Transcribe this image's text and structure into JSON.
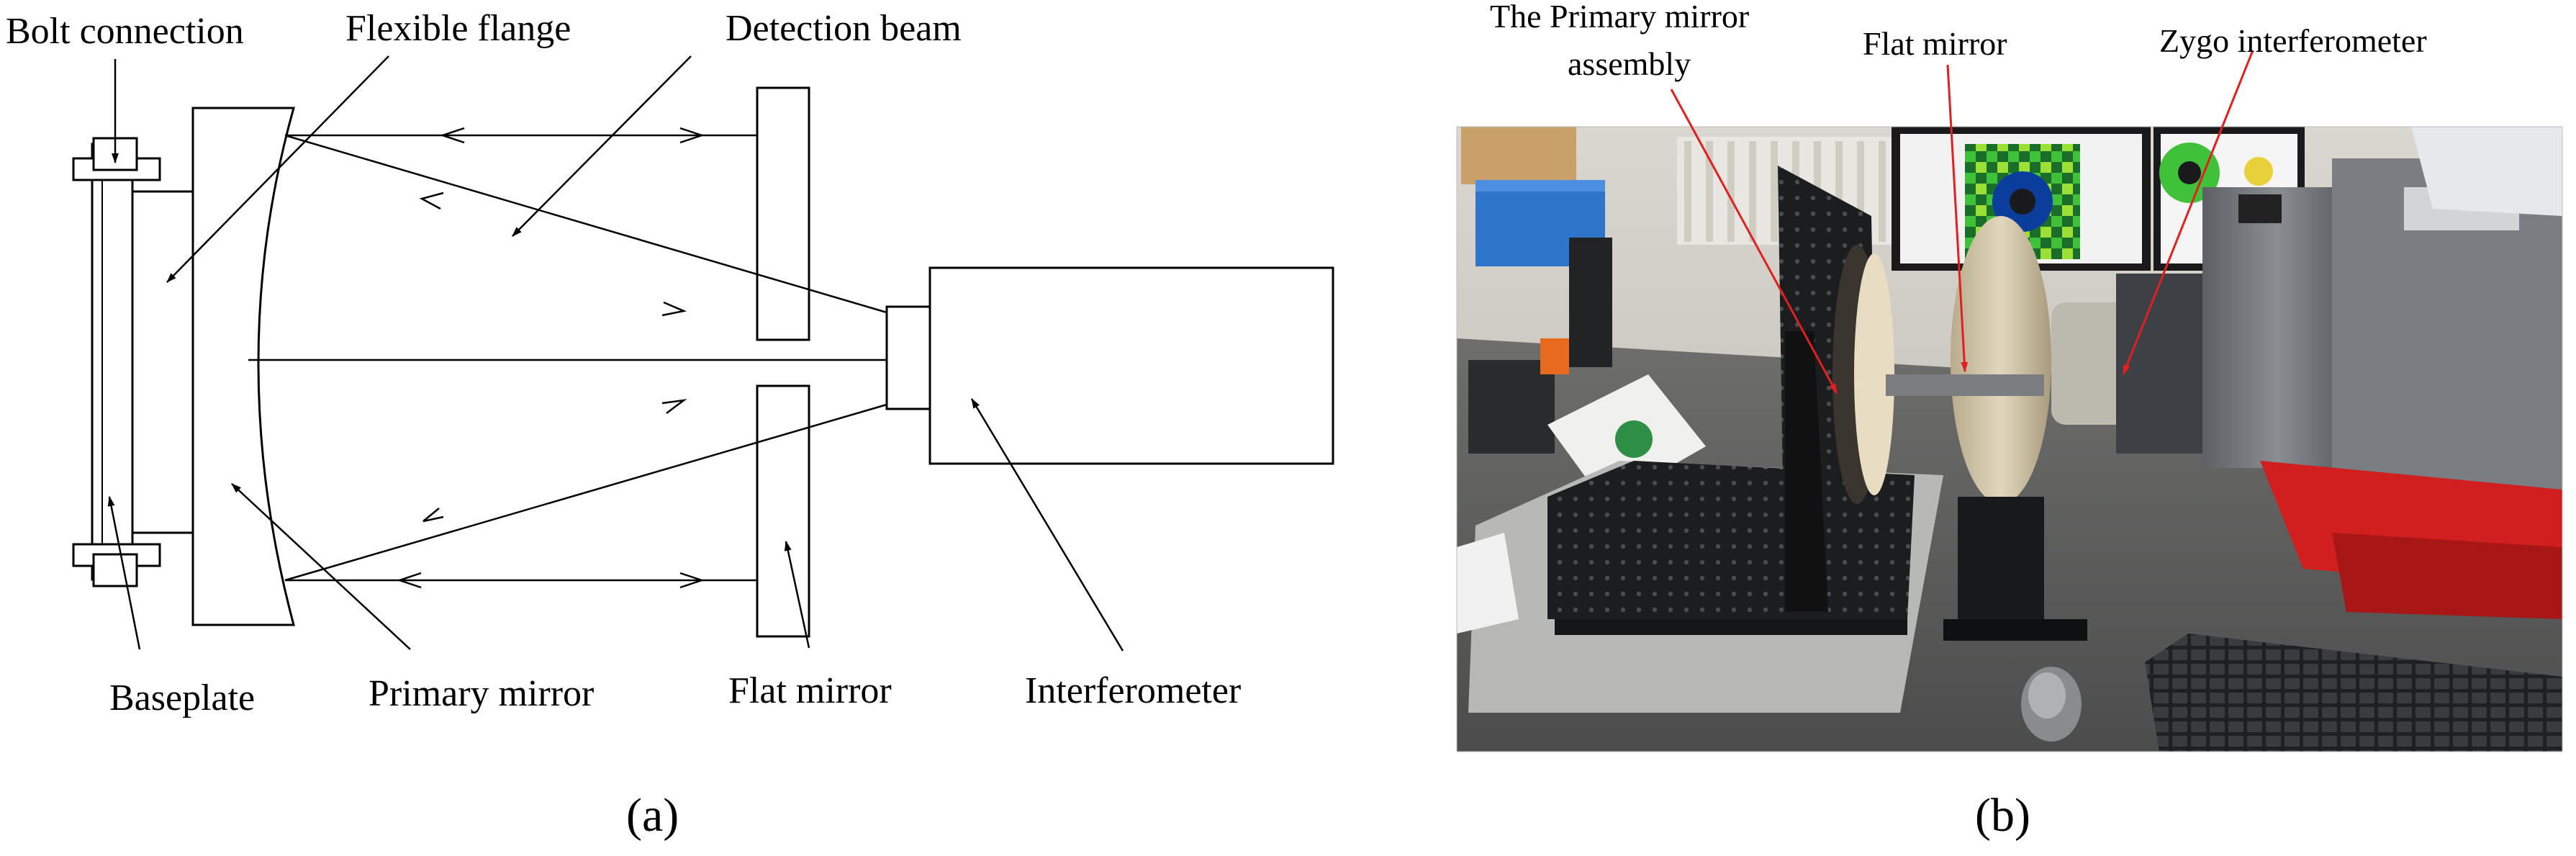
{
  "panel_a": {
    "labels": {
      "bolt_connection": "Bolt connection",
      "flexible_flange": "Flexible flange",
      "detection_beam": "Detection beam",
      "baseplate": "Baseplate",
      "primary_mirror": "Primary mirror",
      "flat_mirror": "Flat mirror",
      "interferometer": "Interferometer"
    },
    "caption": "(a)"
  },
  "panel_b": {
    "labels": {
      "primary_mirror_assembly_line1": "The Primary mirror",
      "primary_mirror_assembly_line2": "assembly",
      "flat_mirror": "Flat mirror",
      "zygo_interferometer": "Zygo interferometer"
    },
    "caption": "(b)",
    "annotation_color": "#e02020"
  }
}
